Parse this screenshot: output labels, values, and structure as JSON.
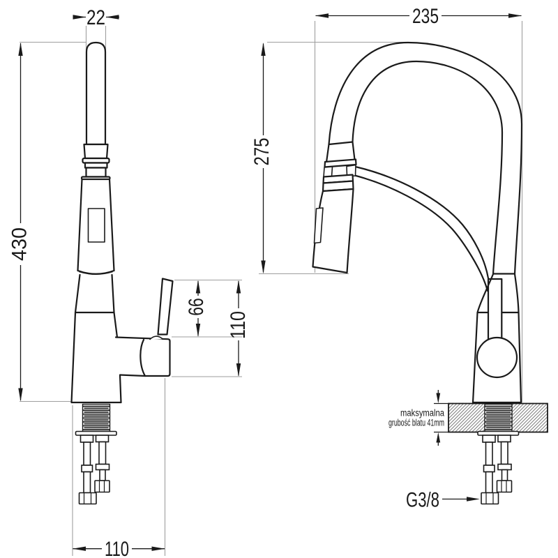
{
  "drawing": {
    "subject": "kitchen pull-down faucet technical dimension drawing, front and side views",
    "dimensions": {
      "spout_tube_width_mm": "22",
      "total_height_mm": "430",
      "lever_height_mm": "66",
      "outlet_height_mm": "110",
      "base_span_mm": "110",
      "spout_reach_mm": "235",
      "spout_clearance_mm": "275"
    },
    "annotations": {
      "countertop_line1": "maksymalna",
      "countertop_line2": "grubość blatu 41mm",
      "thread_label": "G3/8"
    },
    "colors": {
      "outline": "#1a1a1a",
      "dimension": "#1a1a1a",
      "extension": "#9e9e9e",
      "hatch": "#4a4a4a",
      "background": "#ffffff"
    }
  }
}
